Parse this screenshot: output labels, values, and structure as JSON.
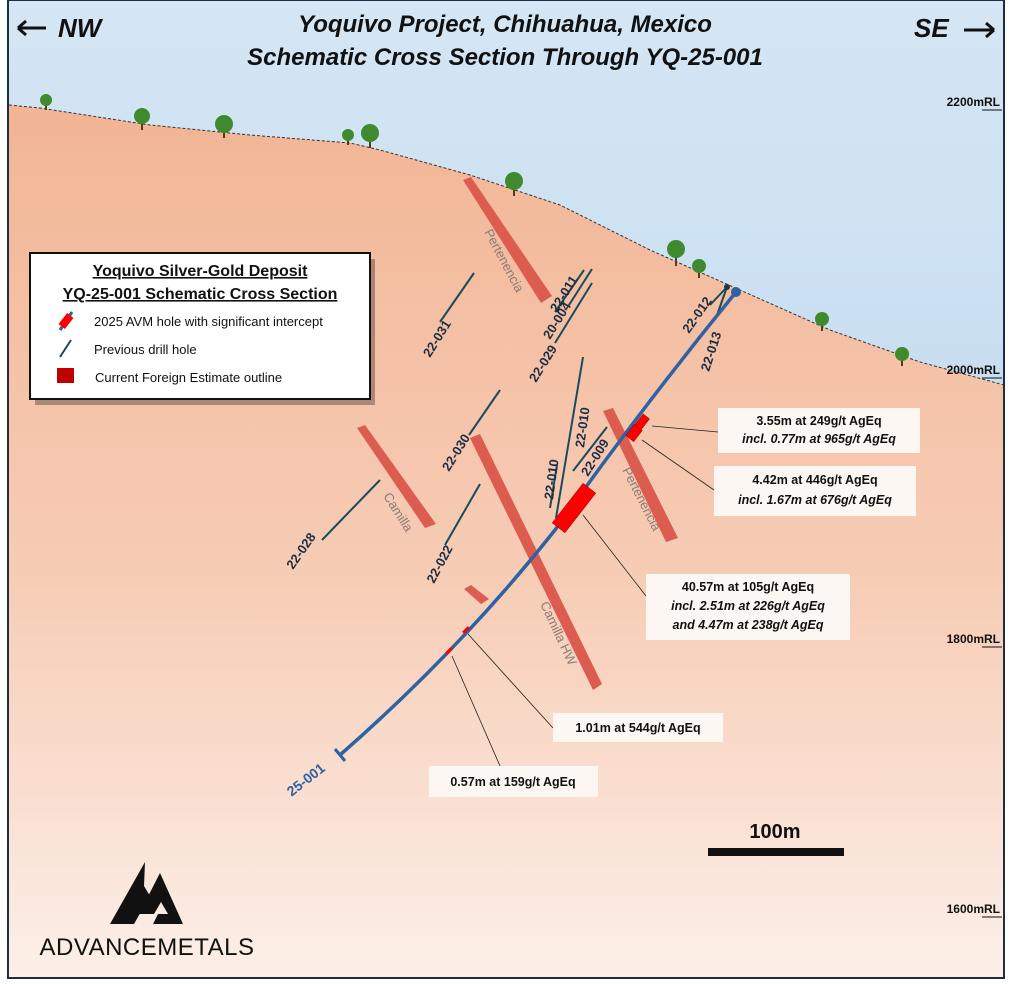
{
  "title": {
    "line1": "Yoquivo Project, Chihuahua, Mexico",
    "line2": "Schematic Cross Section Through YQ-25-001"
  },
  "directions": {
    "left": "NW",
    "right": "SE"
  },
  "elevations": [
    "2200mRL",
    "2000mRL",
    "1800mRL",
    "1600mRL"
  ],
  "legend": {
    "title1": "Yoquivo Silver-Gold Deposit",
    "title2": "YQ-25-001 Schematic Cross Section",
    "items": [
      {
        "label": "2025 AVM hole with significant intercept",
        "icon": "intercept-icon"
      },
      {
        "label": "Previous drill hole",
        "icon": "drill-hole-icon"
      },
      {
        "label": "Current Foreign Estimate outline",
        "icon": "red-square-icon"
      }
    ]
  },
  "colors": {
    "sky": "#b9d7ee",
    "ground": "#f3b898",
    "zone": "#dc5d50",
    "main_hole": "#2e62a3",
    "intercept": "#ff0000",
    "drill": "#1b4a5e"
  },
  "main_hole": "25-001",
  "drill_holes": [
    "22-031",
    "22-011",
    "20-004",
    "22-029",
    "22-030",
    "22-010",
    "22-010",
    "22-009",
    "22-022",
    "22-028",
    "22-012",
    "22-013"
  ],
  "zones": [
    "Pertenencia",
    "Camilla",
    "Camilla HW",
    "Pertenencia"
  ],
  "intercepts": [
    {
      "line1": "3.55m at 249g/t AgEq",
      "line2": "incl. 0.77m at 965g/t AgEq"
    },
    {
      "line1": "4.42m at 446g/t AgEq",
      "line2": "incl. 1.67m at 676g/t AgEq"
    },
    {
      "line1": "40.57m at 105g/t AgEq",
      "line2": "incl. 2.51m at 226g/t AgEq",
      "line3": "and 4.47m at 238g/t AgEq"
    },
    {
      "line1": "1.01m at 544g/t AgEq"
    },
    {
      "line1": "0.57m at 159g/t AgEq"
    }
  ],
  "scale": "100m",
  "logo": "ADVANCEMETALS"
}
